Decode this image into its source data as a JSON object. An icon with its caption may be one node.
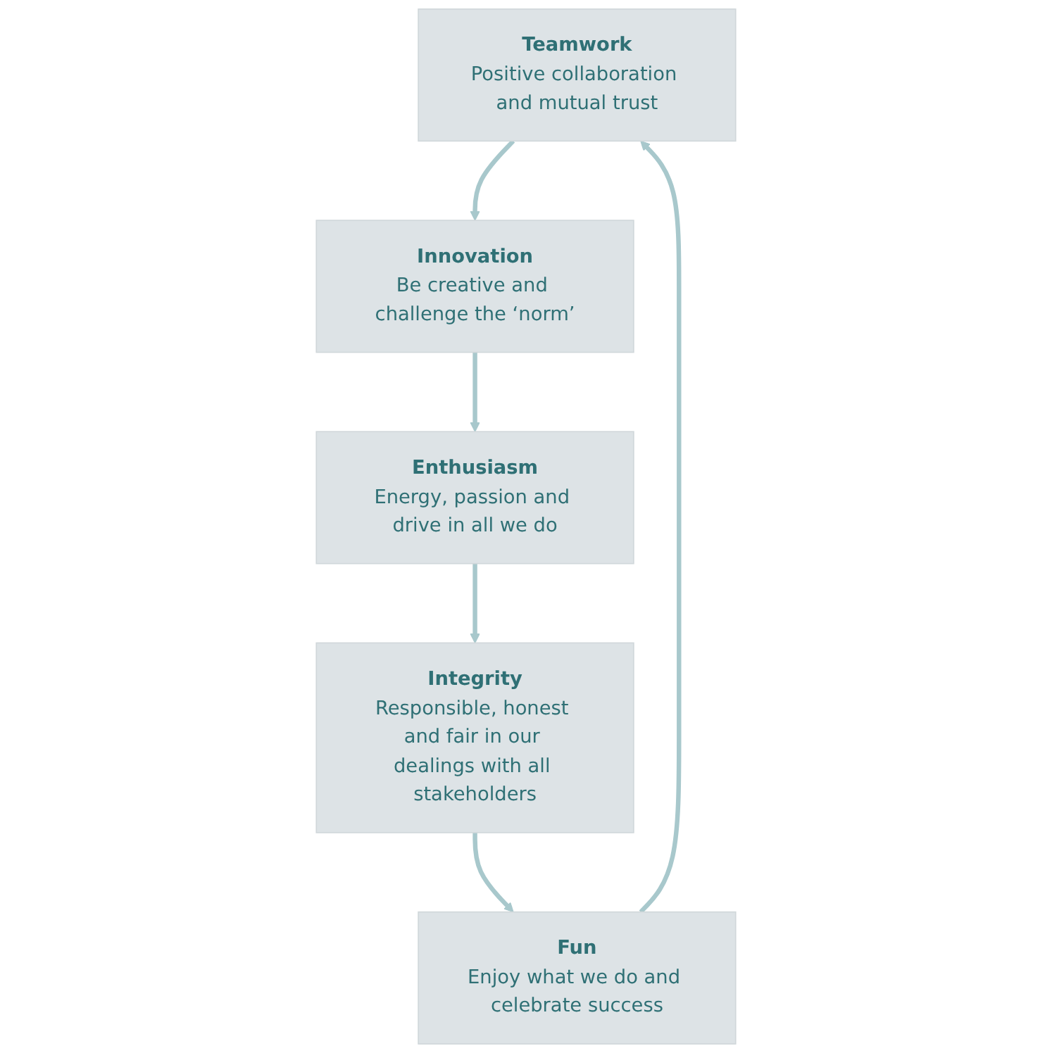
{
  "diagram": {
    "nodes": [
      {
        "text": [
          "Teamwork",
          "Positive collaboration and mutual trust"
        ]
      },
      {
        "text": [
          "Innovation",
          "Be creative and challenge the ‘norm’"
        ]
      },
      {
        "text": [
          "Enthusiasm",
          "Energy, passion and drive in all we do"
        ]
      },
      {
        "text": [
          "Integrity",
          "Responsible, honest and fair in our dealings with all stakeholders"
        ]
      },
      {
        "text": [
          "Fun",
          "Enjoy what we do and celebrate success"
        ]
      }
    ],
    "edges": [
      {
        "from": 0,
        "to": 1,
        "arrow": "to"
      },
      {
        "from": 1,
        "to": 2,
        "arrow": "to"
      },
      {
        "from": 2,
        "to": 3,
        "arrow": "to"
      },
      {
        "from": 3,
        "to": 4,
        "arrow": "to"
      },
      {
        "from": 4,
        "to": 0,
        "arrow": "to"
      }
    ]
  }
}
